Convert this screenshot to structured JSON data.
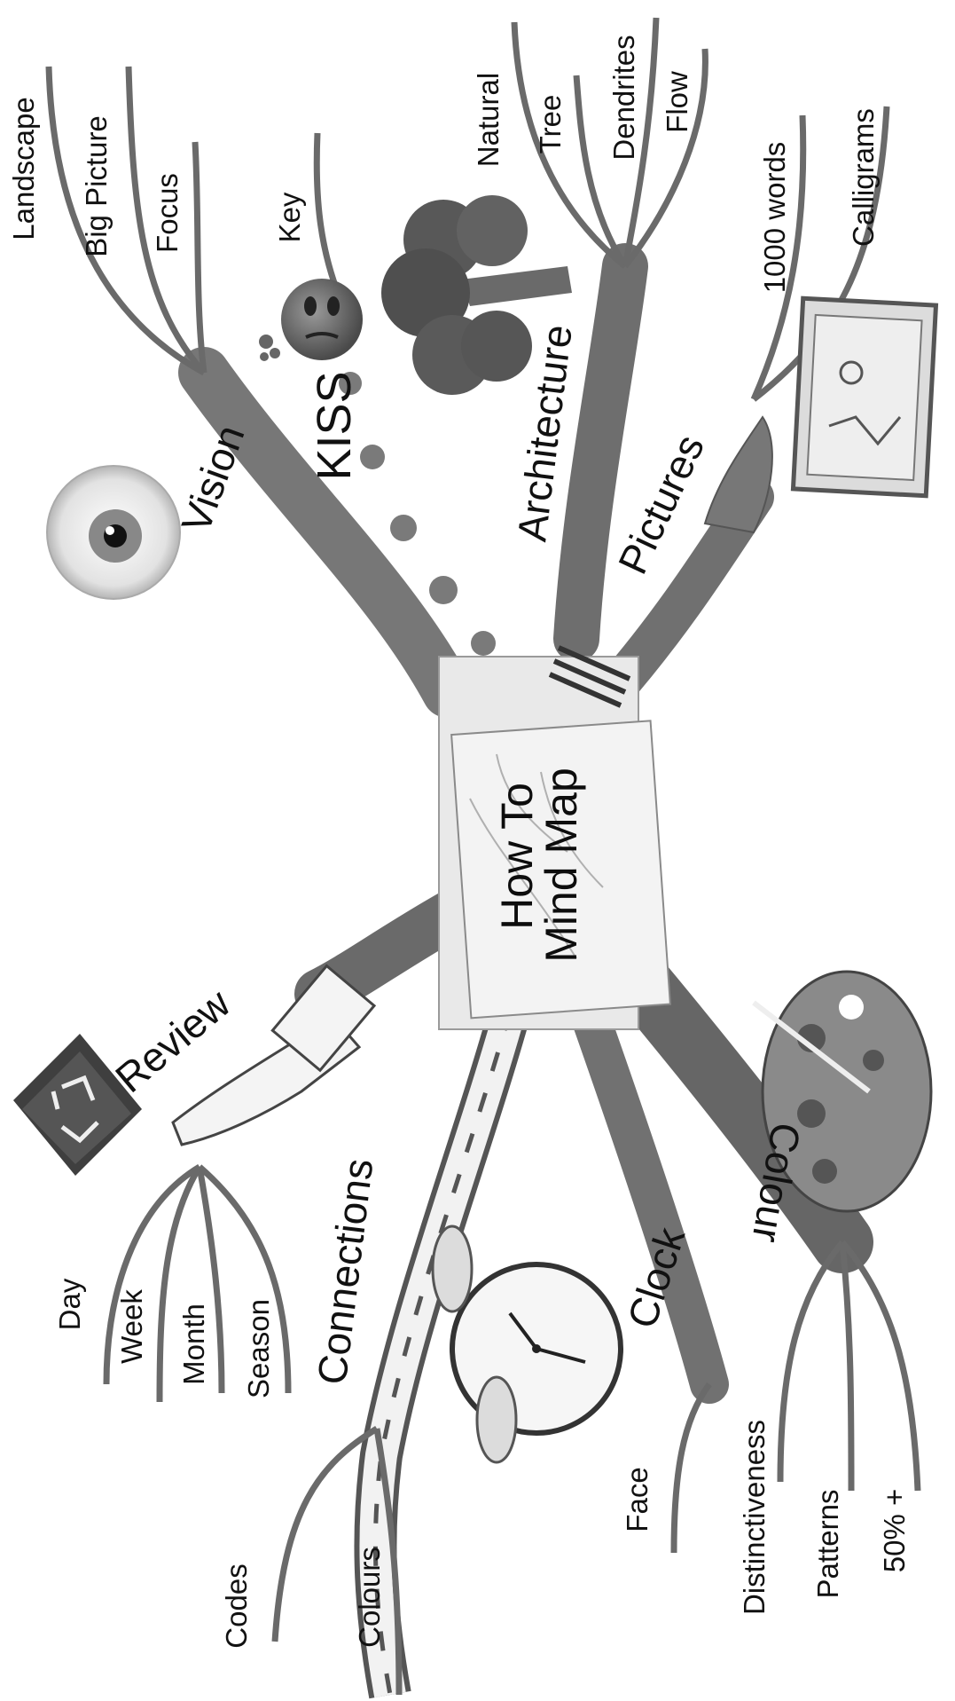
{
  "center": {
    "line1": "How To",
    "line2": "Mind Map"
  },
  "branches": {
    "vision": {
      "label": "Vision",
      "children": [
        "Landscape",
        "Big Picture",
        "Focus"
      ]
    },
    "kiss": {
      "label": "KISS",
      "key": "Key"
    },
    "architecture": {
      "label": "Architecture",
      "children": [
        "Natural",
        "Tree",
        "Dendrites",
        "Flow"
      ]
    },
    "pictures": {
      "label": "Pictures",
      "children": [
        "1000 words",
        "Calligrams"
      ]
    },
    "review": {
      "label": "Review",
      "children": [
        "Day",
        "Week",
        "Month",
        "Season"
      ]
    },
    "connections": {
      "label": "Connections",
      "children": [
        "Codes",
        "Colours"
      ]
    },
    "clock": {
      "label": "Clock",
      "children": [
        "Face"
      ]
    },
    "colour": {
      "label": "Colour",
      "children": [
        "Distinctiveness",
        "Patterns",
        "50% +"
      ]
    }
  },
  "icons": [
    "eye-icon",
    "face-icon",
    "tree-icon",
    "picture-frame-icon",
    "paintbrush-icon",
    "recycle-icon",
    "pointing-hand-icon",
    "alarm-clock-icon",
    "palette-icon",
    "paper-icon",
    "road-icon"
  ],
  "colors": {
    "branch": "#7a7a7a",
    "branch_dark": "#555555",
    "text": "#111111",
    "paper": "#eeeeee"
  }
}
